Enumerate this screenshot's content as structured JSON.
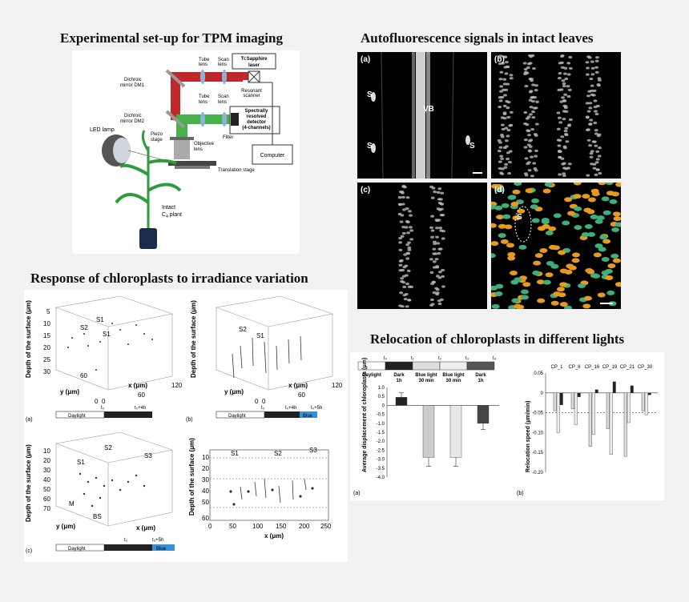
{
  "titles": {
    "setup": "Experimental set-up for TPM imaging",
    "autofluor": "Autofluorescence signals in intact leaves",
    "response": "Response of chloroplasts to irradiance variation",
    "relocation": "Relocation of chloroplasts in different lights"
  },
  "setup": {
    "led_lamp": "LED lamp",
    "plant": "Intact",
    "plant2": "C",
    "plant_sub": "4",
    "plant3": " plant",
    "dm1": "Dichroic",
    "dm1b": "mirror DM1",
    "dm2": "Dichroic",
    "dm2b": "mirror DM2",
    "piezo": "Piezo",
    "piezo2": "stage",
    "tube1": "Tube",
    "tube1b": "lens",
    "scan1": "Scan",
    "scan1b": "lens",
    "tube2": "Tube",
    "tube2b": "lens",
    "scan2": "Scan",
    "scan2b": "lens",
    "laser": "Ti:Sapphire",
    "laser2": "laser",
    "resonant": "Resonant",
    "resonant2": "scanner",
    "detector": "Spectrally",
    "detector2": "resolved",
    "detector3": "detector",
    "detector4": "(4-channels)",
    "filter": "Filter",
    "objective": "Objective",
    "objective2": "lens",
    "computer": "Computer",
    "translation": "Translation stage"
  },
  "micro": {
    "a": "(a)",
    "b": "(b)",
    "c": "(c)",
    "d": "(d)",
    "s": "S",
    "vb": "VB"
  },
  "response": {
    "ylabel": "Depth of the surface (μm)",
    "xlabel": "x (μm)",
    "ylabel2": "y (μm)",
    "s1": "S1",
    "s2": "S2",
    "s3": "S3",
    "m": "M",
    "bs": "BS",
    "pa": "(a)",
    "pb": "(b)",
    "pc": "(c)",
    "daylight": "Daylight",
    "blue": "Blue",
    "t0": "t₀",
    "t0_4h": "t₀+4h",
    "t0_5h": "t₀+5h",
    "ticks_a_depth": [
      "5",
      "10",
      "15",
      "20",
      "25",
      "30"
    ],
    "ticks_c_depth": [
      "10",
      "20",
      "30",
      "40",
      "50",
      "60",
      "70"
    ],
    "ticks_xy": [
      "0",
      "60",
      "120"
    ],
    "ticks_c_x": [
      "0",
      "50",
      "100",
      "150",
      "200"
    ],
    "ticks_d_depth": [
      "10",
      "20",
      "30",
      "40",
      "50",
      "60"
    ],
    "ticks_d_x": [
      "0",
      "50",
      "100",
      "150",
      "200",
      "250"
    ]
  },
  "relocation": {
    "pa": "(a)",
    "pb": "(b)",
    "ylabel_a": "Average displacement of chloroplasts (μm)",
    "ylabel_b": "Relocation speed (μm/min)",
    "timeline": [
      {
        "label": "Daylight",
        "sub": ""
      },
      {
        "label": "Dark",
        "sub": "1h"
      },
      {
        "label": "Blue light",
        "sub": "30 min"
      },
      {
        "label": "Blue light",
        "sub": "30 min"
      },
      {
        "label": "Dark",
        "sub": "1h"
      }
    ],
    "t_labels": [
      "t₀",
      "t₁",
      "t₂",
      "t₃",
      "t₄"
    ],
    "yticks_a": [
      "1.0",
      "0.5",
      "0",
      "-0.5",
      "-1.0",
      "-1.5",
      "-2.0",
      "-2.5",
      "-3.0",
      "-3.5",
      "-4.0"
    ],
    "yticks_b": [
      "0.05",
      "0",
      "-0.05",
      "-0.10",
      "-0.15",
      "-0.20"
    ],
    "cp_labels": [
      "CP_1",
      "CP_8",
      "CP_16",
      "CP_19",
      "CP_21",
      "CP_30"
    ]
  },
  "chart_data": [
    {
      "type": "bar",
      "ylabel": "Average displacement of chloroplasts (μm)",
      "categories": [
        "Dark 1h",
        "Blue light 30 min",
        "Blue light 30 min",
        "Dark 1h"
      ],
      "values": [
        0.45,
        -2.9,
        -2.9,
        -1.0
      ],
      "errors": [
        0.25,
        0.5,
        0.5,
        0.35
      ],
      "ylim": [
        -4.0,
        1.0
      ]
    },
    {
      "type": "bar",
      "ylabel": "Relocation speed (μm/min)",
      "categories": [
        "CP_1",
        "CP_8",
        "CP_16",
        "CP_19",
        "CP_21",
        "CP_30"
      ],
      "series": [
        {
          "name": "",
          "values": [
            0.0,
            0.0,
            0.0,
            0.0,
            0.0,
            0.0
          ]
        },
        {
          "name": "",
          "values": [
            -0.045,
            -0.04,
            -0.135,
            -0.09,
            -0.16,
            -0.045
          ]
        },
        {
          "name": "",
          "values": [
            -0.1,
            -0.08,
            -0.105,
            -0.155,
            -0.075,
            -0.055
          ]
        },
        {
          "name": "",
          "values": [
            -0.03,
            -0.01,
            0.008,
            0.028,
            0.018,
            -0.005
          ]
        }
      ],
      "ylim": [
        -0.2,
        0.05
      ]
    }
  ]
}
